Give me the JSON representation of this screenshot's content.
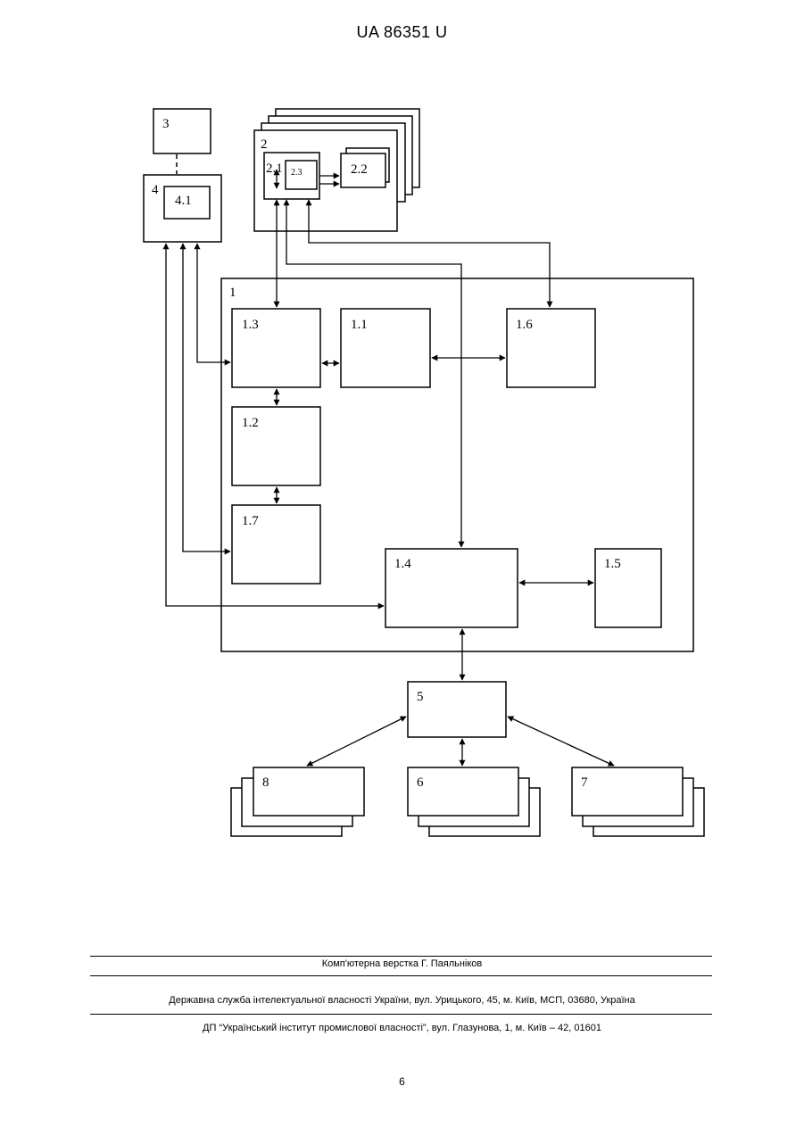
{
  "header": {
    "patent_number": "UA   86351   U"
  },
  "diagram": {
    "labels": {
      "b3": "3",
      "b2": "2",
      "b2_1": "2.1",
      "b2_3": "2.3",
      "b2_2": "2.2",
      "b4": "4",
      "b4_1": "4.1",
      "b1": "1",
      "b1_3": "1.3",
      "b1_1": "1.1",
      "b1_6": "1.6",
      "b1_2": "1.2",
      "b1_7": "1.7",
      "b1_4": "1.4",
      "b1_5": "1.5",
      "b5": "5",
      "b8": "8",
      "b6": "6",
      "b7": "7"
    }
  },
  "footer": {
    "typesetting": "Комп'ютерна верстка Г. Паяльніков",
    "service": "Державна служба інтелектуальної власності України, вул. Урицького, 45, м. Київ, МСП, 03680, Україна",
    "institute": "ДП “Український інститут промислової власності”, вул. Глазунова, 1, м. Київ – 42, 01601"
  },
  "page_number": "6"
}
